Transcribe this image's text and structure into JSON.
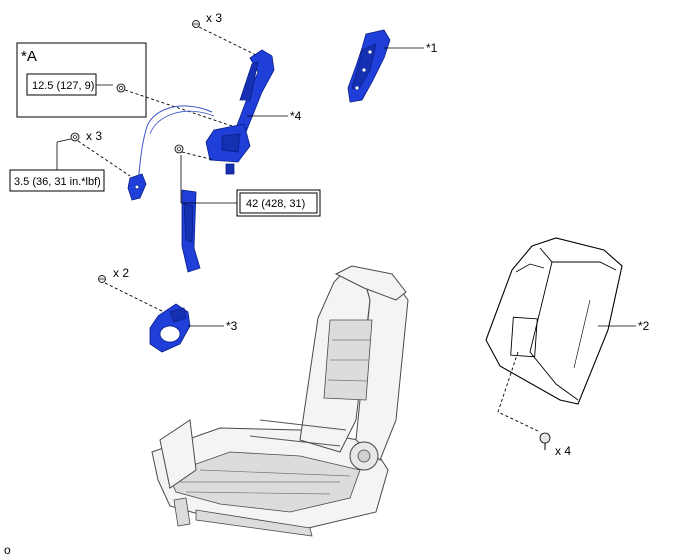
{
  "callouts": {
    "star1": "*1",
    "star2": "*2",
    "star3": "*3",
    "star4": "*4",
    "detail_a": "*A"
  },
  "quantities": {
    "top_bolt": "x 3",
    "left_bolt": "x 3",
    "bracket_bolt": "x 2",
    "cover_clip": "x 4"
  },
  "torques": {
    "detail_a": "12.5 (127, 9)",
    "left": "3.5 (36, 31 in.*lbf)",
    "center": "42 (428, 31)"
  },
  "corner_mark": "o",
  "colors": {
    "part_highlight": "#1f3fd8",
    "frame": "#f4f4f4",
    "line": "#000000"
  }
}
